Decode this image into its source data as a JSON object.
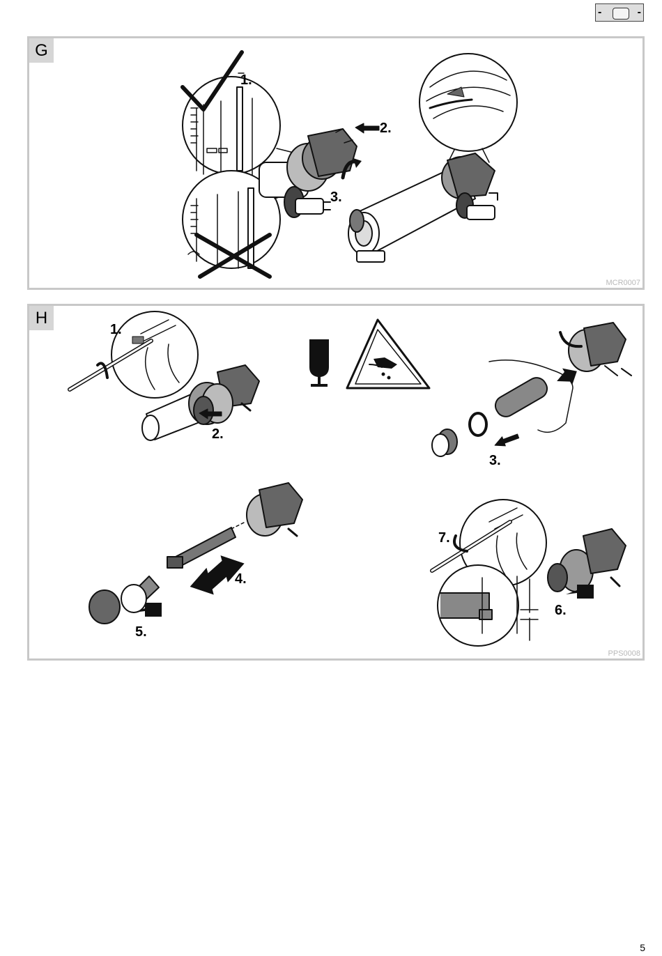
{
  "header": {
    "badge_icon": "minus-box-minus-icon"
  },
  "panels": [
    {
      "tag": "G",
      "code": "MCR0007",
      "steps": [
        "1.",
        "2.",
        "3."
      ],
      "icons": [
        "checkmark-icon",
        "cross-icon",
        "push-arrow-icon",
        "rotate-arrow-icon"
      ]
    },
    {
      "tag": "H",
      "code": "PPS0008",
      "steps": [
        "1.",
        "2.",
        "3.",
        "4.",
        "5.",
        "6.",
        "7."
      ],
      "icons": [
        "fragile-glass-icon",
        "cut-hazard-warning-icon",
        "screwdriver-icon",
        "rotate-arrow-icon",
        "push-arrow-icon",
        "double-arrow-icon"
      ]
    }
  ],
  "page_number": "5"
}
